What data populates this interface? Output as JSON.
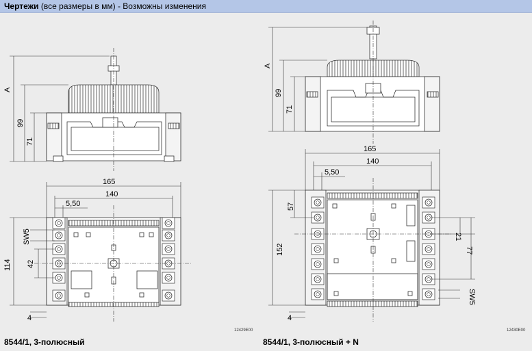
{
  "header": {
    "bold": "Чертежи",
    "rest": " (все размеры в мм) - Возможны изменения"
  },
  "left": {
    "dims": {
      "A": "A",
      "d99": "99",
      "d71": "71",
      "d165": "165",
      "d140": "140",
      "d550": "5,50",
      "sw5": "SW5",
      "d114": "114",
      "d42": "42",
      "d4": "4"
    },
    "code": "12429E00",
    "caption": "8544/1, 3-полюсный"
  },
  "right": {
    "dims": {
      "A": "A",
      "d99": "99",
      "d71": "71",
      "d165": "165",
      "d140": "140",
      "d550": "5,50",
      "d57": "57",
      "d152": "152",
      "d21": "21",
      "d77": "77",
      "sw5": "SW5",
      "d4": "4"
    },
    "code": "12430E00",
    "caption": "8544/1, 3-полюсный + N"
  }
}
